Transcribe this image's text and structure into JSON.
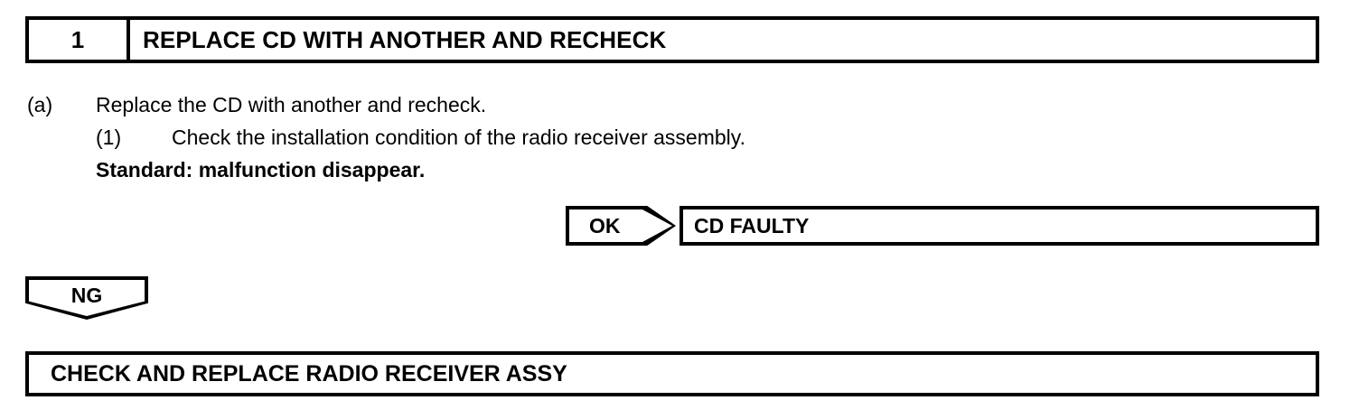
{
  "step": {
    "number": "1",
    "title": "REPLACE CD WITH ANOTHER AND RECHECK"
  },
  "procedure": {
    "items": [
      {
        "marker": "(a)",
        "text": "Replace the CD with another and recheck."
      },
      {
        "marker": "(1)",
        "text": "Check the installation condition of the radio receiver assembly."
      }
    ],
    "standard_line": "Standard: malfunction disappear."
  },
  "branches": {
    "ok": {
      "label": "OK",
      "result": "CD FAULTY"
    },
    "ng": {
      "label": "NG",
      "result": "CHECK AND REPLACE RADIO RECEIVER ASSY"
    }
  },
  "colors": {
    "ink": "#000000",
    "paper": "#ffffff"
  }
}
